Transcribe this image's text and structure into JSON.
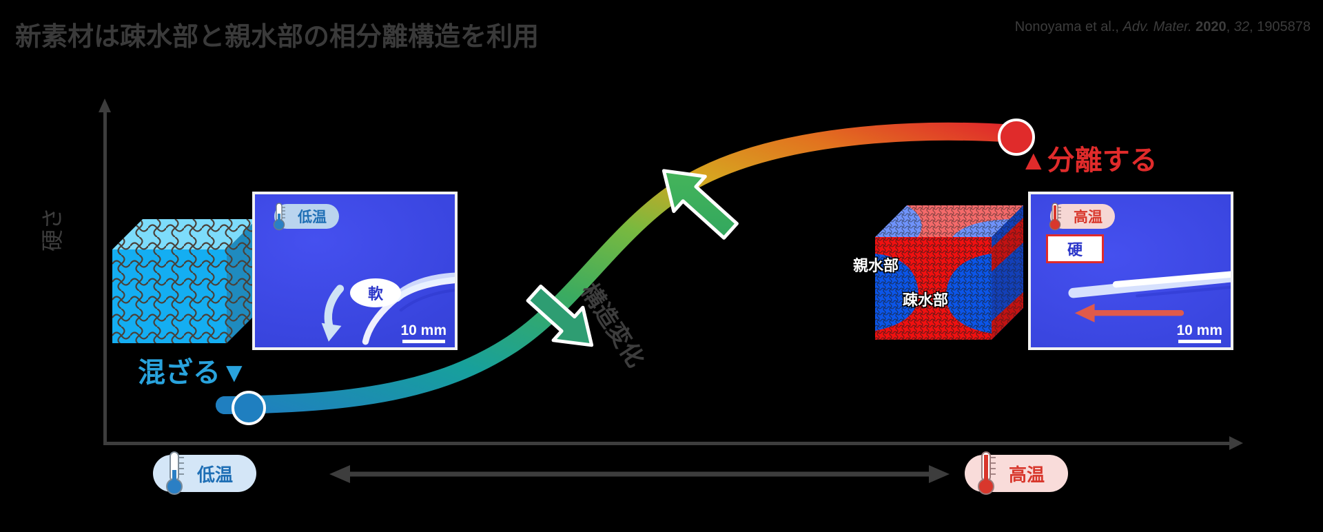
{
  "slide": {
    "title": "新素材は疎水部と親水部の相分離構造を利用",
    "citation": {
      "authors": "Nonoyama et al.,",
      "journal": "Adv. Mater.",
      "year": "2020",
      "volume": "32",
      "article": "1905878"
    }
  },
  "axes": {
    "y_label": "硬さ",
    "x_label_left": "低温",
    "x_label_right": "高温"
  },
  "curve": {
    "low_state_label": "混ざる▼",
    "high_state_label": "▲分離する",
    "transition_label": "構造変化",
    "low_color": "#1f7fc0",
    "mid_color": "#3bab60",
    "high_color": "#e02b2b"
  },
  "cubes": {
    "low": {
      "name": "homogeneous-network-cube",
      "fill_color": "#22b0f0"
    },
    "high": {
      "name": "phase-separated-cube",
      "hydrophilic_label": "親水部",
      "hydrophobic_label": "疎水部",
      "hydrophilic_color": "#0b55e8",
      "hydrophobic_color": "#f01010"
    }
  },
  "photos": {
    "low_temp": {
      "temp_badge": "低温",
      "stiffness_badge": "軟",
      "scale_bar": "10 mm"
    },
    "high_temp": {
      "temp_badge": "高温",
      "stiffness_badge": "硬",
      "scale_bar": "10 mm"
    }
  },
  "bottom": {
    "cold_pill": "低温",
    "hot_pill": "高温"
  }
}
